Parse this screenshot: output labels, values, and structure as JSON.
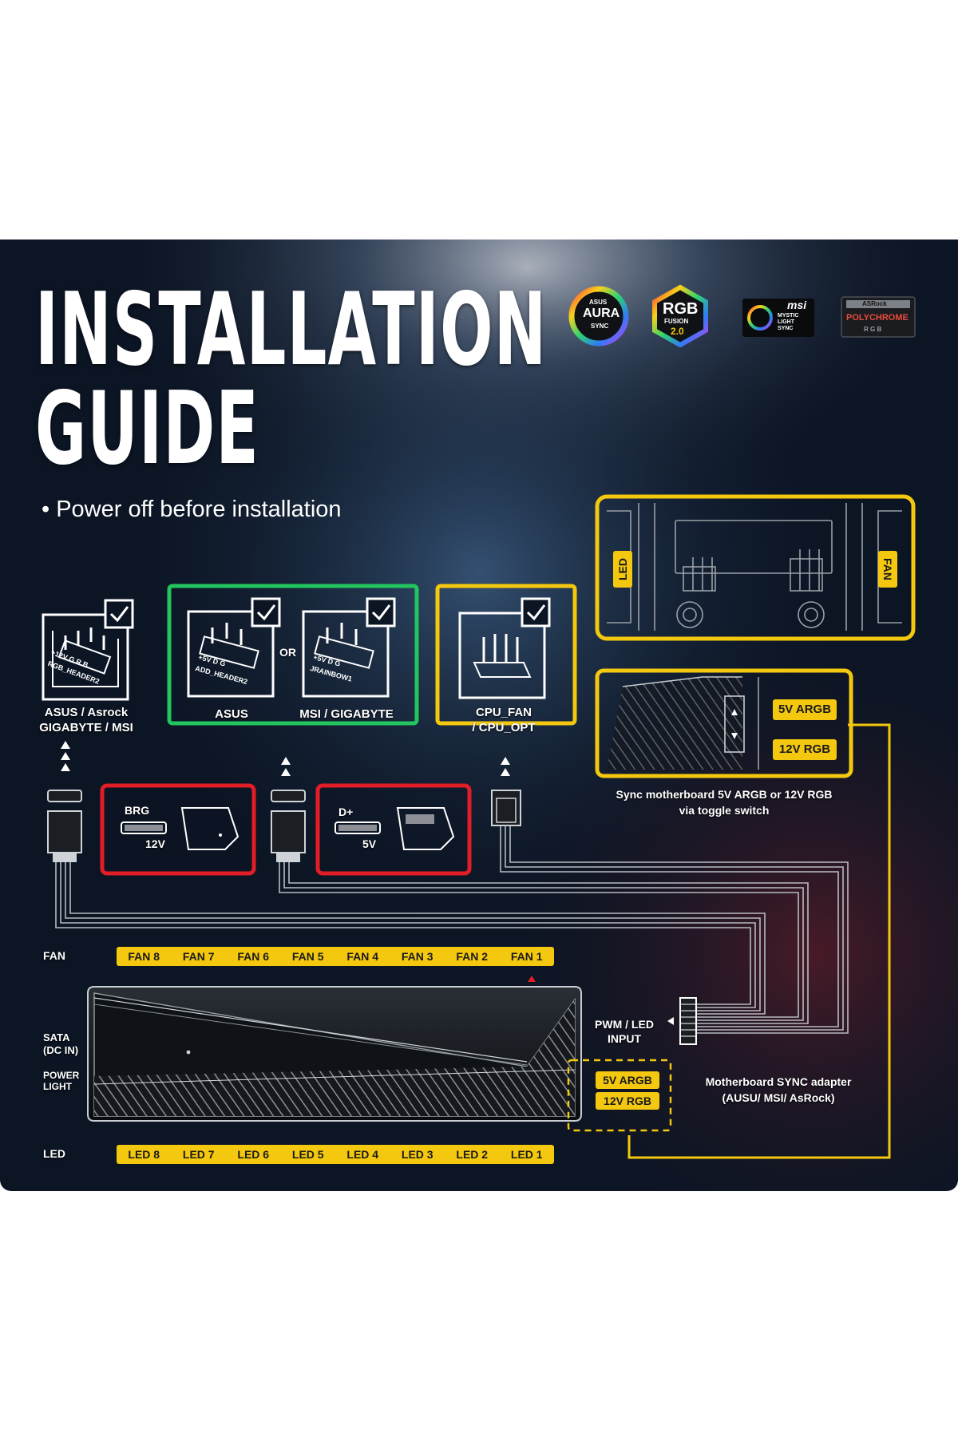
{
  "title": {
    "line1": "INSTALLATION",
    "line2": "GUIDE"
  },
  "note": "• Power off before installation",
  "logos": {
    "aura_line1": "ASUS",
    "aura_line2": "AURA",
    "aura_line3": "SYNC",
    "rgb_line1": "RGB",
    "rgb_line2": "FUSION",
    "rgb_line3": "2.0",
    "msi_brand": "msi",
    "msi_line1": "MYSTIC",
    "msi_line2": "LIGHT",
    "msi_line3": "SYNC",
    "asrock_brand": "ASRock",
    "asrock_line1": "POLYCHROME",
    "asrock_line2": "R G B"
  },
  "headers": {
    "header1_label_line1": "ASUS / Asrock",
    "header1_label_line2": "GIGABYTE / MSI",
    "header1_pins": "+12V G R B",
    "header1_name": "RGB_HEADER2",
    "asus_label": "ASUS",
    "asus_pins": "+5V D G",
    "asus_name": "ADD_HEADER2",
    "or_text": "OR",
    "msi_label": "MSI / GIGABYTE",
    "msi_pins": "+5V D G",
    "msi_name": "JRAINBOW1",
    "cpu_label_line1": "CPU_FAN",
    "cpu_label_line2": "/ CPU_OPT"
  },
  "connectors": {
    "rgb_pins": "BRG",
    "rgb_voltage": "12V",
    "argb_pins": "D+",
    "argb_voltage": "5V"
  },
  "hub": {
    "fan_row_label": "FAN",
    "fan_ports": [
      "FAN 8",
      "FAN 7",
      "FAN 6",
      "FAN 5",
      "FAN 4",
      "FAN 3",
      "FAN 2",
      "FAN 1"
    ],
    "led_row_label": "LED",
    "led_ports": [
      "LED 8",
      "LED 7",
      "LED 6",
      "LED 5",
      "LED 4",
      "LED 3",
      "LED 2",
      "LED 1"
    ],
    "sata_label_line1": "SATA",
    "sata_label_line2": "(DC IN)",
    "power_label_line1": "POWER",
    "power_label_line2": "LIGHT",
    "input_label_line1": "PWM / LED",
    "input_label_line2": "INPUT",
    "switch_top": "5V ARGB",
    "switch_bottom": "12V RGB"
  },
  "controller": {
    "led_tag": "LED",
    "fan_tag": "FAN",
    "switch_top": "5V ARGB",
    "switch_bottom": "12V RGB",
    "caption_line1": "Sync motherboard 5V ARGB or 12V RGB",
    "caption_line2": "via toggle switch"
  },
  "adapter": {
    "caption_line1": "Motherboard SYNC adapter",
    "caption_line2": "(AUSU/ MSI/ AsRock)"
  },
  "colors": {
    "yellow": "#f3c80f",
    "green": "#22c55e",
    "red": "#e11d26",
    "background": "#0c1524"
  }
}
